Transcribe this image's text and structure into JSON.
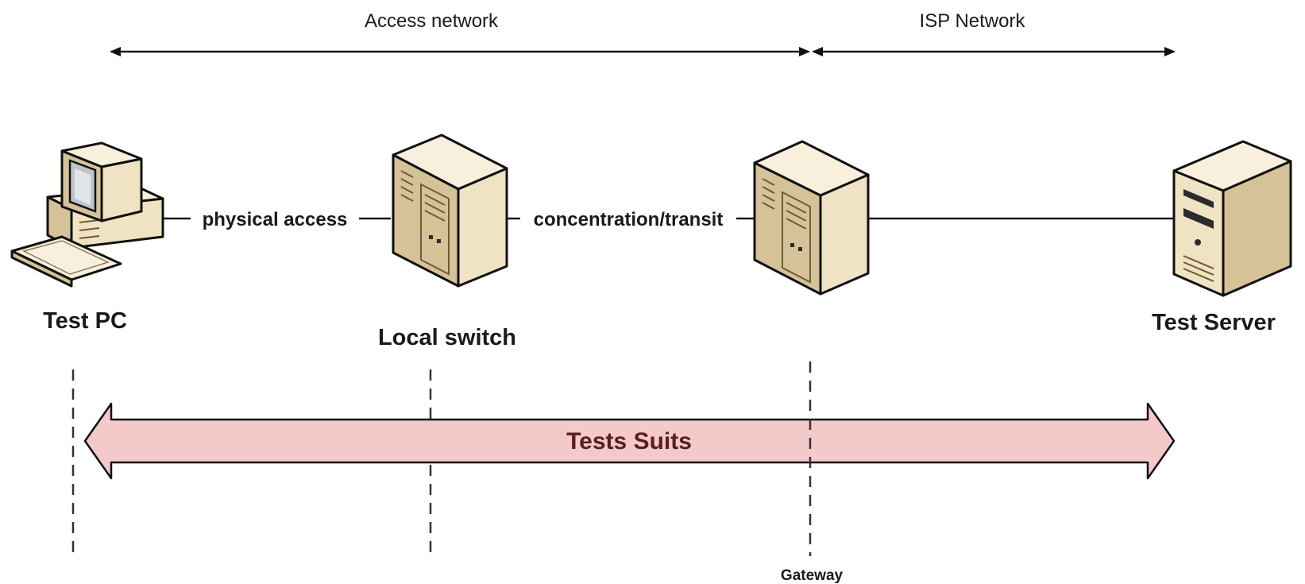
{
  "segments": {
    "access": "Access network",
    "isp": "ISP Network"
  },
  "links": {
    "physical": "physical access",
    "concentration": "concentration/transit"
  },
  "devices": {
    "pc": "Test PC",
    "switch": "Local switch",
    "server": "Test Server",
    "gateway": "Gateway"
  },
  "band": {
    "label": "Tests Suits",
    "color": "#f4c9c9"
  }
}
